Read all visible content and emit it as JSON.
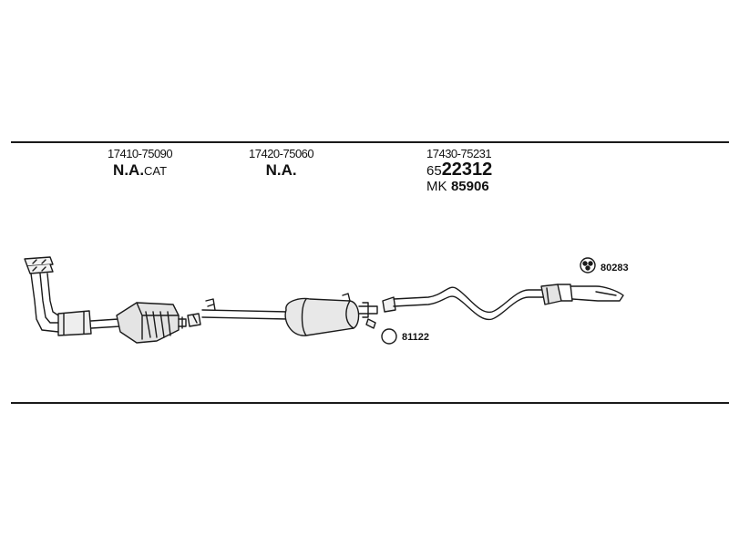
{
  "sections": [
    {
      "part_number": "17410-75090",
      "status_main": "N.A.",
      "status_suffix": "CAT"
    },
    {
      "part_number": "17420-75060",
      "status_main": "N.A."
    },
    {
      "part_number": "17430-75231",
      "alt_prefix": "65",
      "alt_main": "22312",
      "mk_prefix": "MK",
      "mk_number": "85906"
    }
  ],
  "callouts": {
    "mount_ring": "81122",
    "rubber_hanger": "80283"
  }
}
